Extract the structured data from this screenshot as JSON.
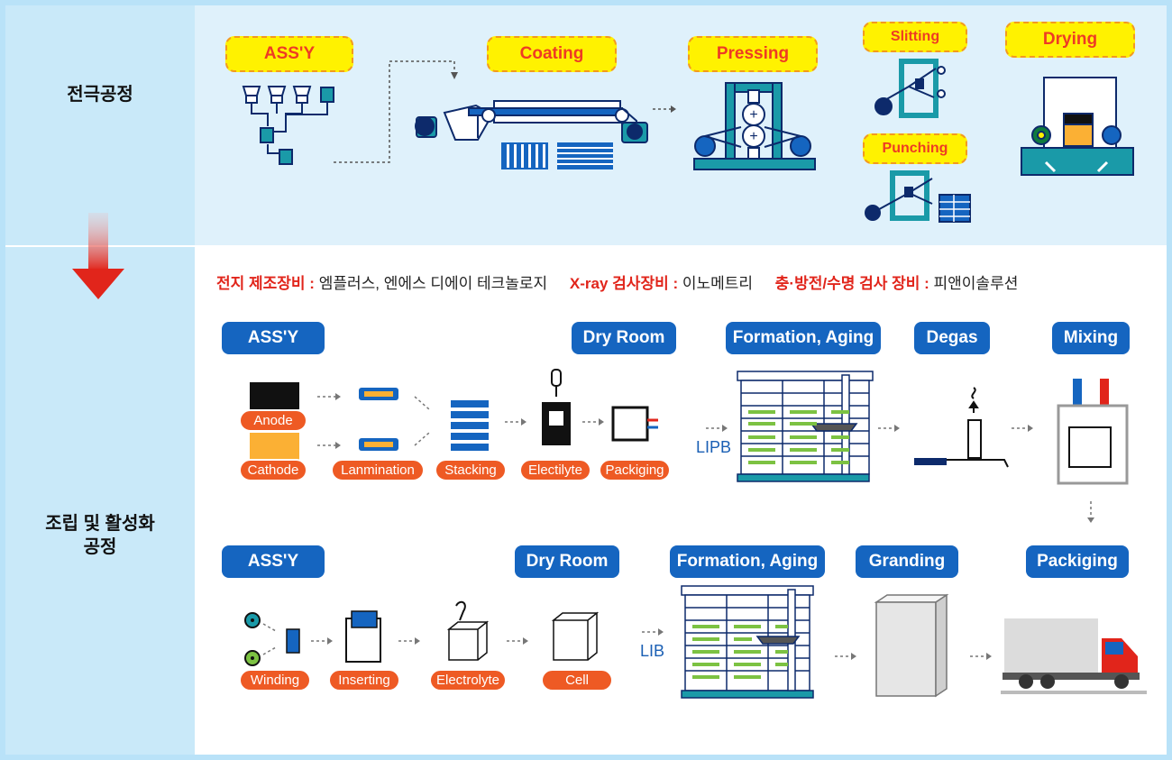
{
  "sections": {
    "electrode": {
      "label": "전극공정"
    },
    "assembly": {
      "label_line1": "조립 및 활성화",
      "label_line2": "공정"
    }
  },
  "electrode_steps": {
    "assy": "ASS'Y",
    "coating": "Coating",
    "pressing": "Pressing",
    "slitting": "Slitting",
    "punching": "Punching",
    "drying": "Drying"
  },
  "vendors": {
    "v1_label": "전지 제조장비 :",
    "v1_value": "엠플러스, 엔에스 디에이 테크놀로지",
    "v2_label": "X-ray 검사장비 :",
    "v2_value": "이노메트리",
    "v3_label": "충·방전/수명 검사 장비 :",
    "v3_value": "피앤이솔루션"
  },
  "lipb_row": {
    "assy": "ASS'Y",
    "dry_room": "Dry Room",
    "formation": "Formation, Aging",
    "degas": "Degas",
    "mixing": "Mixing",
    "type_label": "LIPB",
    "steps": {
      "anode": "Anode",
      "cathode": "Cathode",
      "lamination": "Lanmination",
      "stacking": "Stacking",
      "electrolyte": "Electilyte",
      "packaging": "Packiging"
    }
  },
  "lib_row": {
    "assy": "ASS'Y",
    "dry_room": "Dry Room",
    "formation": "Formation, Aging",
    "granding": "Granding",
    "packaging": "Packiging",
    "type_label": "LIB",
    "steps": {
      "winding": "Winding",
      "inserting": "Inserting",
      "electrolyte": "Electrolyte",
      "cell": "Cell"
    }
  },
  "colors": {
    "teal": "#1a9aa8",
    "navy": "#0d2a6b",
    "blue": "#1565c0",
    "orange": "#ee5a24",
    "yellow": "#fff200",
    "red_arrow": "#e1251b",
    "green_bar": "#7cc242"
  }
}
